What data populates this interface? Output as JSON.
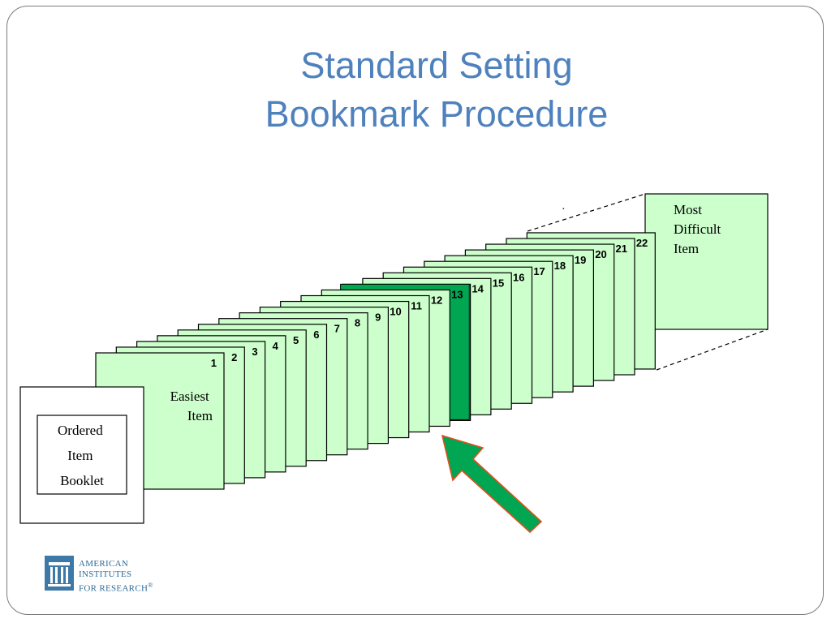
{
  "title": {
    "line1": "Standard Setting",
    "line2": "Bookmark Procedure"
  },
  "diagram": {
    "booklet_label": [
      "Ordered",
      "Item",
      "Booklet"
    ],
    "easiest_label": [
      "Easiest",
      "Item"
    ],
    "most_difficult_label": [
      "Most",
      "Difficult",
      "Item"
    ],
    "dot": "·",
    "page_numbers": [
      "1",
      "2",
      "3",
      "4",
      "5",
      "6",
      "7",
      "8",
      "9",
      "10",
      "11",
      "12",
      "13",
      "14",
      "15",
      "16",
      "17",
      "18",
      "19",
      "20",
      "21",
      "22"
    ],
    "bookmark_after_page": "12",
    "colors": {
      "page_fill": "#ccffcc",
      "bookmark": "#00a651",
      "arrow_fill": "#00a651",
      "arrow_stroke": "#e0501e",
      "title": "#4f81bd"
    },
    "icons": [
      "arrow-icon"
    ]
  },
  "logo": {
    "line1": "AMERICAN",
    "line2": "INSTITUTES",
    "line3": "FOR RESEARCH",
    "registered": "®"
  }
}
